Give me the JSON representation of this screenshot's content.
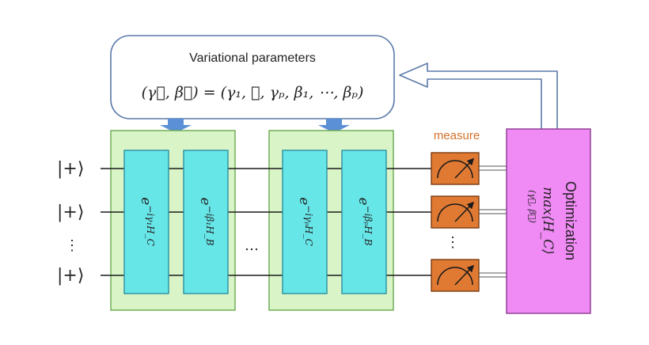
{
  "params_box": {
    "title": "Variational parameters",
    "equation": "(γ⃗, β⃗) = (γ₁, ⋯, γₚ, β₁, ⋯, βₚ)"
  },
  "inputs": {
    "state_label": "|+⟩",
    "vertical_ellipsis": "⋮"
  },
  "gates": {
    "layer1": {
      "cost": "e^{−iγ₁H_C}",
      "cost_base": "e",
      "cost_exp": "−iγ₁H_C",
      "mixer": "e^{−iβ₁H_B}",
      "mixer_base": "e",
      "mixer_exp": "−iβ₁H_B"
    },
    "layerp": {
      "cost": "e^{−iγₚH_C}",
      "cost_base": "e",
      "cost_exp": "−iγₚH_C",
      "mixer": "e^{−iβₚH_B}",
      "mixer_base": "e",
      "mixer_exp": "−iβₚH_B"
    }
  },
  "between_layers_ellipsis": "…",
  "measure": {
    "label": "measure",
    "vertical_ellipsis": "⋮"
  },
  "optimization": {
    "title": "Optimization",
    "objective": "max⟨H_C⟩",
    "objective_subscript": "(γ⃗, β⃗)"
  },
  "colors": {
    "layer_fill": "#d9f5c7",
    "layer_stroke": "#6aa84f",
    "gate_fill": "#67e6e8",
    "gate_stroke": "#2a8fa0",
    "meter_fill": "#e07a33",
    "meter_stroke": "#7a3b10",
    "measure_text": "#d4732c",
    "opt_fill": "#f08af5",
    "opt_stroke": "#8a3b8f",
    "param_stroke": "#5a7aa8",
    "small_arrow": "#5b8fd6"
  }
}
